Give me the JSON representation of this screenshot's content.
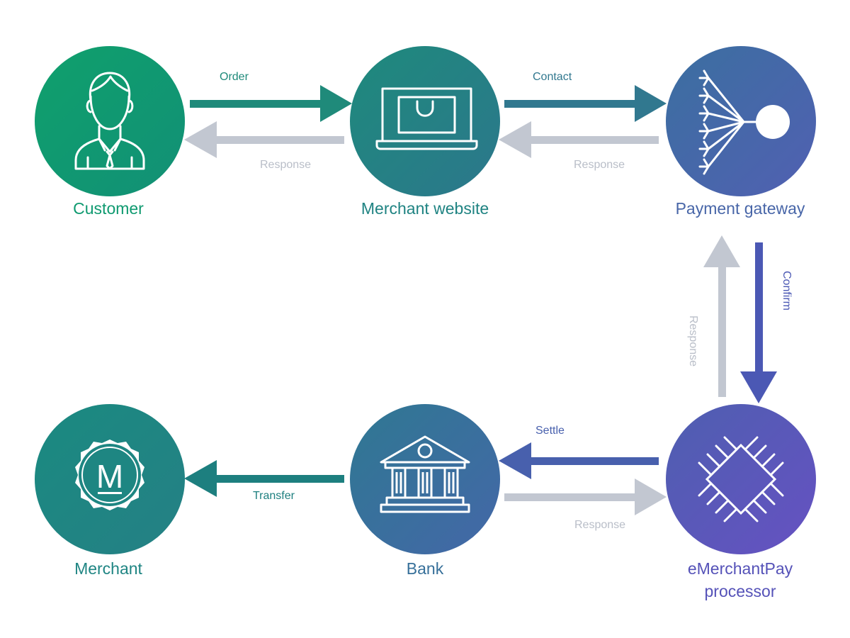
{
  "nodes": {
    "customer": {
      "label": "Customer",
      "color": "#0d9a6b"
    },
    "merchant_website": {
      "label": "Merchant website",
      "color": "#25807f"
    },
    "payment_gateway": {
      "label": "Payment gateway",
      "color": "#4a66a8"
    },
    "processor": {
      "label_line1": "eMerchantPay",
      "label_line2": "processor",
      "color": "#5b56bb"
    },
    "bank": {
      "label": "Bank",
      "color": "#37709a"
    },
    "merchant": {
      "label": "Merchant",
      "color": "#1f8583",
      "logo_letter": "M"
    }
  },
  "edges": {
    "order": {
      "label": "Order",
      "color": "#1f8a7a"
    },
    "customer_response": {
      "label": "Response",
      "color": "#c2c7d1"
    },
    "contact": {
      "label": "Contact",
      "color": "#31788f"
    },
    "website_response": {
      "label": "Response",
      "color": "#c2c7d1"
    },
    "confirm": {
      "label": "Confirm",
      "color": "#4b58b4"
    },
    "gateway_response": {
      "label": "Response",
      "color": "#c2c7d1"
    },
    "settle": {
      "label": "Settle",
      "color": "#4860ad"
    },
    "bank_response": {
      "label": "Response",
      "color": "#c2c7d1"
    },
    "transfer": {
      "label": "Transfer",
      "color": "#1d7f7f"
    }
  }
}
